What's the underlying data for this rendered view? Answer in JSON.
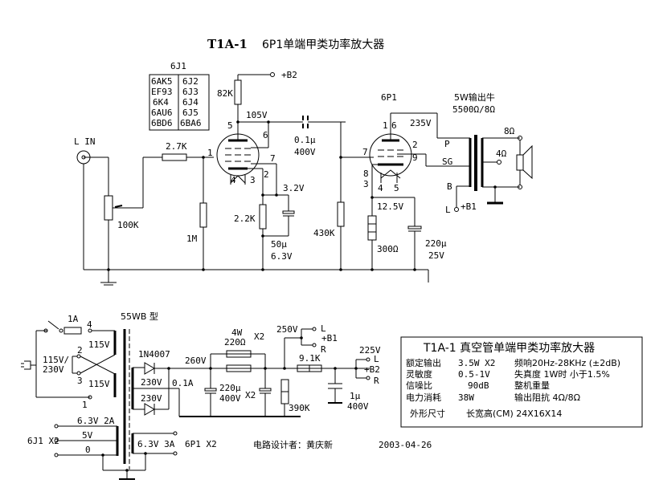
{
  "title": {
    "model": "T1A-1",
    "name": "6P1单端甲类功率放大器"
  },
  "tube_subs": {
    "label": "6J1",
    "left": [
      "6AK5",
      "EF93",
      "6K4",
      "6AU6",
      "6BD6"
    ],
    "right": [
      "6J2",
      "6J3",
      "6J4",
      "6J5",
      "6BA6"
    ]
  },
  "amp": {
    "input_label": "L IN",
    "b2": "+B2",
    "r_plate": "82K",
    "plate_v": "105V",
    "r_in": "2.7K",
    "pot": "100K",
    "r_grid": "1M",
    "r_cathode1": "2.2K",
    "cathode1_v": "3.2V",
    "c_cathode1": [
      "50μ",
      "6.3V"
    ],
    "c_coupling": [
      "0.1μ",
      "400V"
    ],
    "r_grid2": "430K",
    "tube2": "6P1",
    "plate2_v": "235V",
    "cathode2_v": "12.5V",
    "r_cathode2": "300Ω",
    "c_cathode2": [
      "220μ",
      "25V"
    ],
    "xfmr": [
      "5W输出牛",
      "5500Ω/8Ω"
    ],
    "xfmr_pins": {
      "p": "P",
      "sg": "SG",
      "b": "B",
      "l": "L",
      "b1": "+B1"
    },
    "spk": {
      "o8": "8Ω",
      "o4": "4Ω"
    },
    "pins1": {
      "p1": "1",
      "p5": "5",
      "p6": "6",
      "p7": "7",
      "p2": "2",
      "p4": "4",
      "p3": "3"
    },
    "pins2": {
      "p1": "1",
      "p6": "6",
      "p7": "7",
      "p2": "2",
      "p9": "9",
      "p8": "8",
      "p3": "3",
      "p4": "4",
      "p5": "5"
    }
  },
  "psu": {
    "xfmr_type": "55WB 型",
    "fuse": "1A",
    "pin4": "4",
    "pin2": "2",
    "pin3": "3",
    "pin1": "1",
    "prim1": "115V",
    "prim2": "115V",
    "mains": [
      "115V/",
      "230V"
    ],
    "diode": "1N4007",
    "sec1": "230V",
    "sec2": "230V",
    "current": "0.1A",
    "v260": "260V",
    "r_filter": [
      "4W",
      "220Ω"
    ],
    "x2a": "X2",
    "x2b": "X2",
    "c_filter": [
      "220μ",
      "400V"
    ],
    "v250": "250V",
    "b1": "+B1",
    "l": "L",
    "r": "R",
    "r_bleed": "390K",
    "r_b2": "9.1K",
    "v225": "225V",
    "b2": "+B2",
    "c_b2": [
      "1μ",
      "400V"
    ],
    "heater1": [
      "6.3V 2A",
      "5V",
      "0"
    ],
    "heater1_tube": "6J1 X2",
    "heater2": "6.3V 3A",
    "heater2_tube": "6P1 X2"
  },
  "specs": {
    "title": "T1A-1 真空管单端甲类功率放大器",
    "rows": [
      [
        "额定输出",
        "3.5W X2",
        "频响20Hz-28KHz (±2dB)"
      ],
      [
        "灵敏度",
        "0.5-1V",
        "失真度  1W时 小于1.5%"
      ],
      [
        "信噪比",
        "90dB",
        "整机重量"
      ],
      [
        "电力消耗",
        "38W",
        "输出阻抗    4Ω/8Ω"
      ],
      [
        "外形尺寸",
        "长宽高(CM) 24X16X14",
        ""
      ]
    ]
  },
  "footer": {
    "designer": "电路设计者：黄庆新",
    "date": "2003-04-26"
  }
}
